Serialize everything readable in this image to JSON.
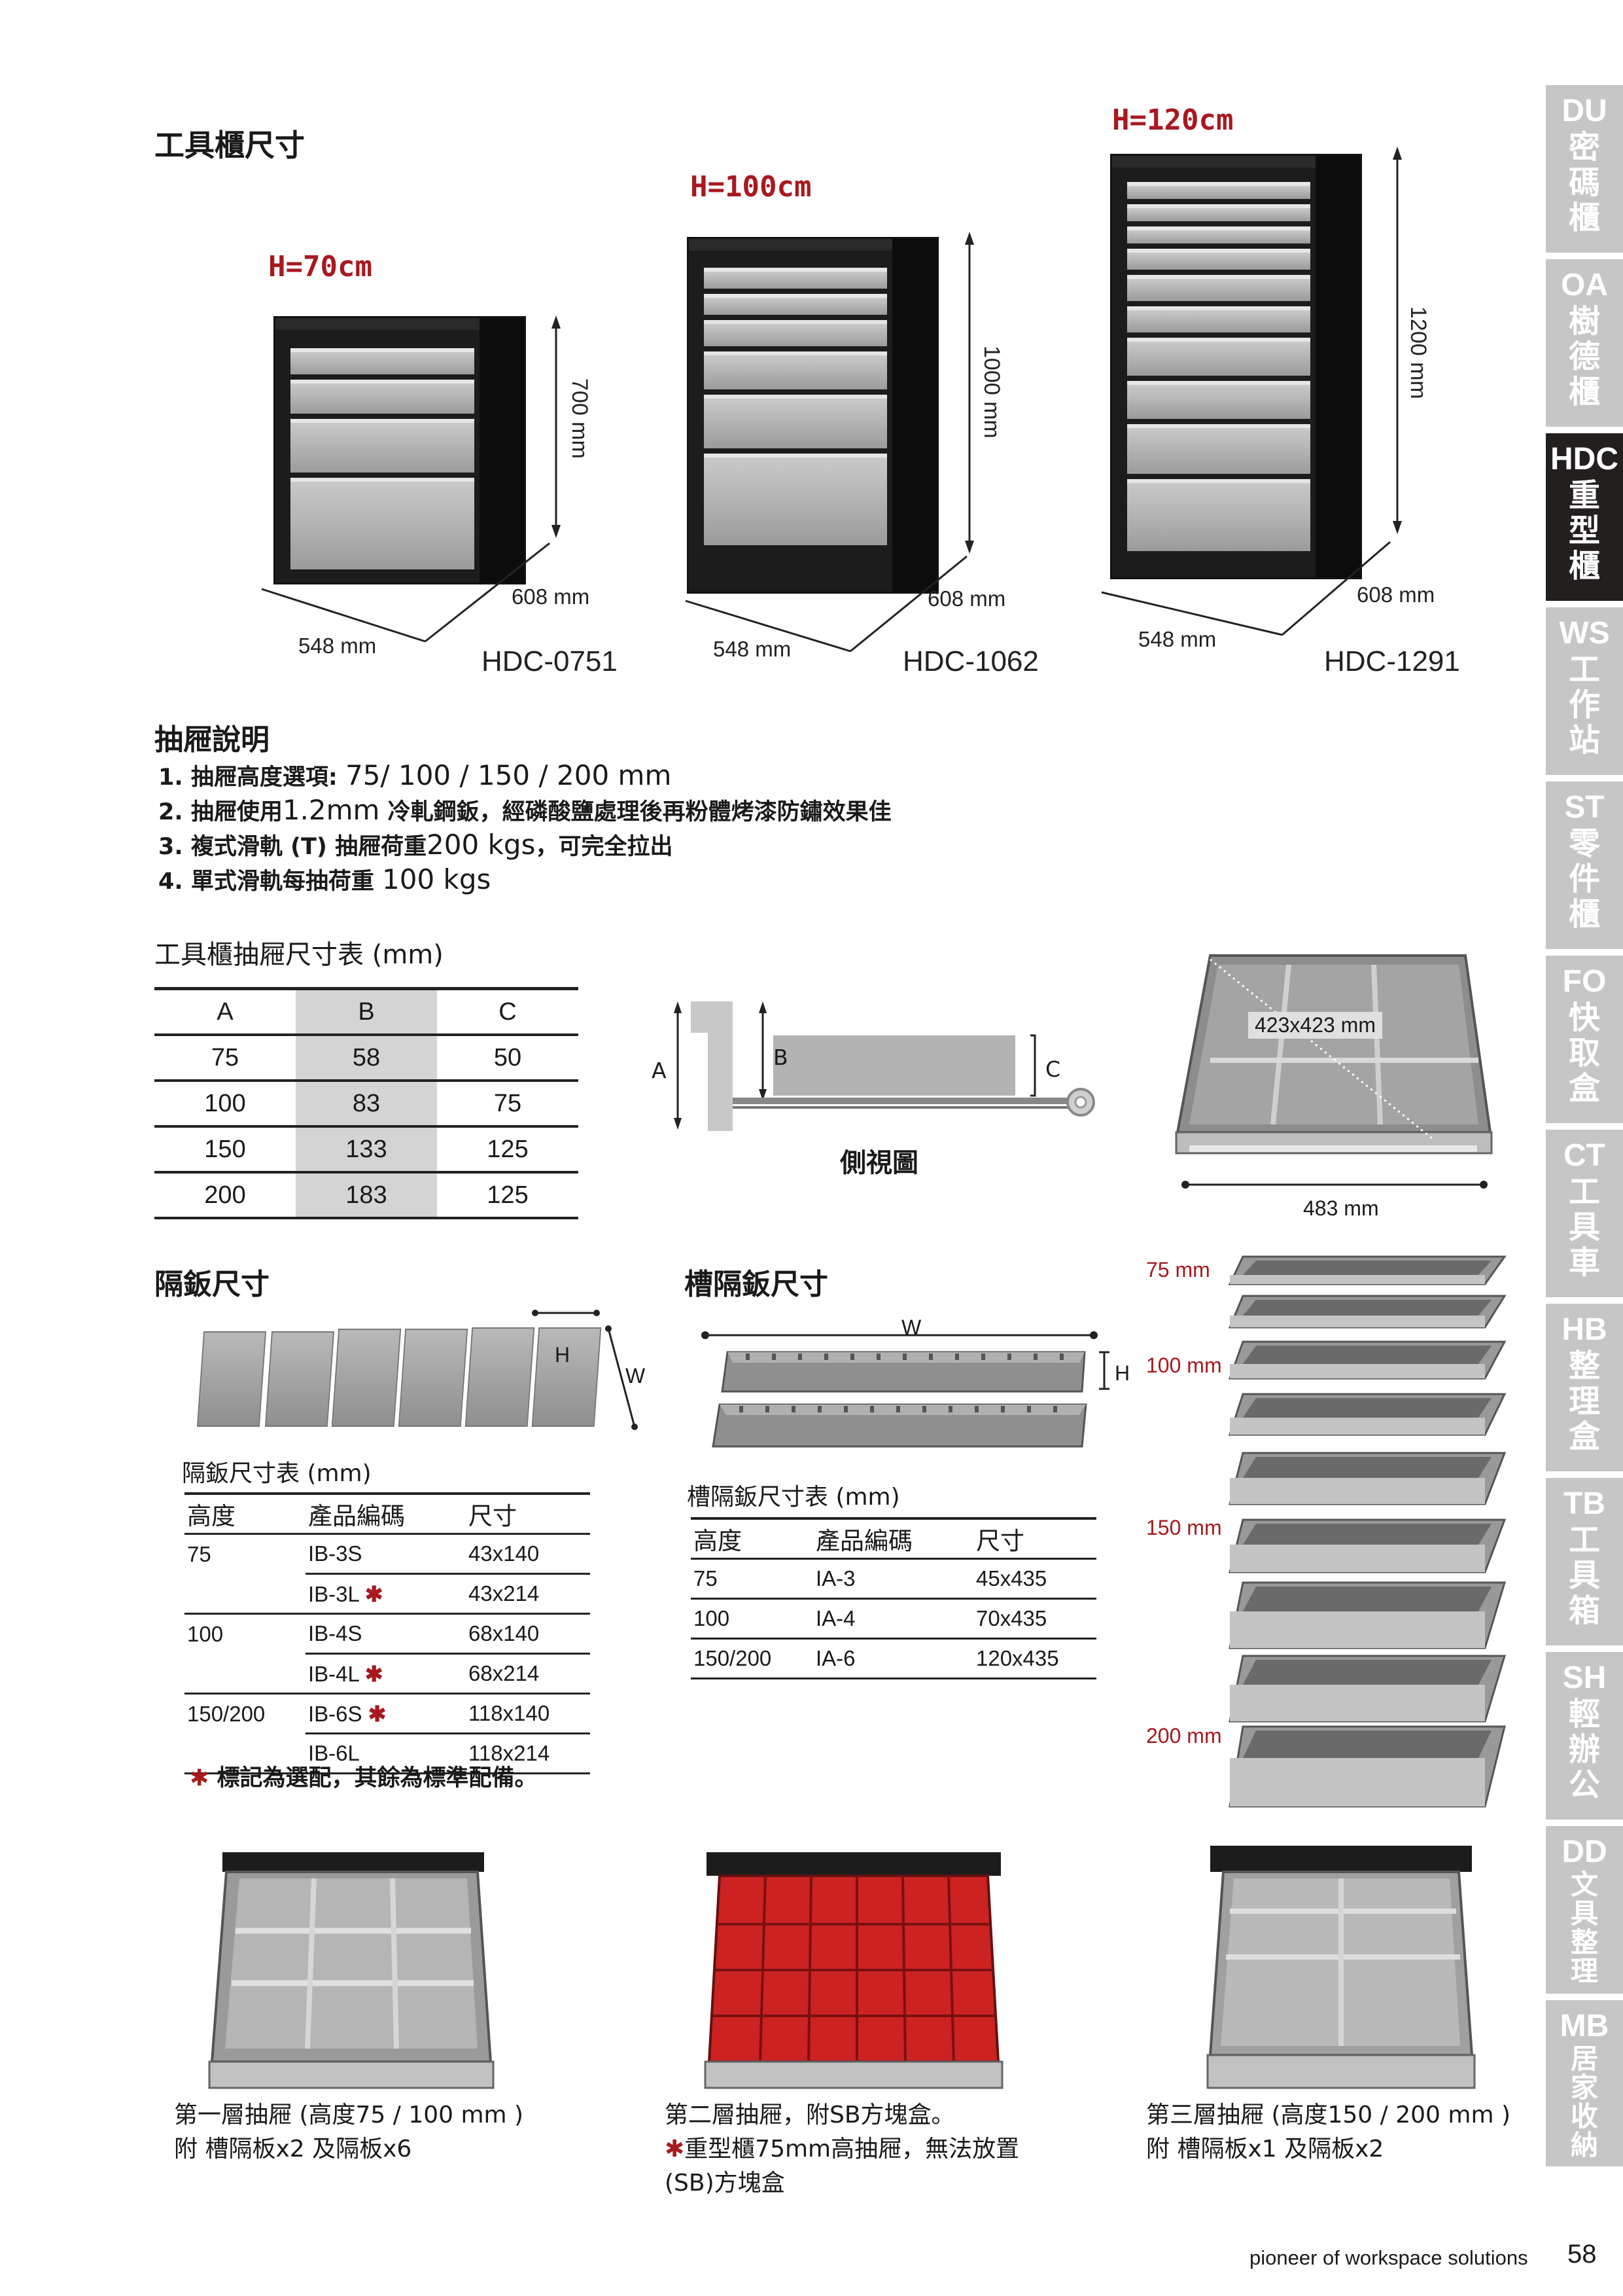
{
  "cabinet_section": {
    "title": "工具櫃尺寸",
    "cabinets": [
      {
        "height_title": "H=70cm",
        "height_dim": "700 mm",
        "depth": "608 mm",
        "width": "548 mm",
        "model": "HDC-0751"
      },
      {
        "height_title": "H=100cm",
        "height_dim": "1000 mm",
        "depth": "608 mm",
        "width": "548 mm",
        "model": "HDC-1062"
      },
      {
        "height_title": "H=120cm",
        "height_dim": "1200 mm",
        "depth": "608 mm",
        "width": "548 mm",
        "model": "HDC-1291"
      }
    ]
  },
  "drawer_notes": {
    "title": "抽屜說明",
    "items": [
      {
        "prefix": "1. 抽屜高度選項: ",
        "big": "75/ 100 / 150 / 200 mm",
        "suffix": ""
      },
      {
        "prefix": "2. 抽屜使用",
        "big": "1.2mm",
        "suffix": " 冷軋鋼鈑，經磷酸鹽處理後再粉體烤漆防鏽效果佳"
      },
      {
        "prefix": "3. 複式滑軌 (T) 抽屜荷重",
        "big": "200 kgs",
        "suffix": "，可完全拉出"
      },
      {
        "prefix": "4. 單式滑軌每抽荷重 ",
        "big": "100 kgs",
        "suffix": ""
      }
    ]
  },
  "drawer_table": {
    "title": "工具櫃抽屜尺寸表 (mm)",
    "headers": [
      "A",
      "B",
      "C"
    ],
    "rows": [
      [
        "75",
        "58",
        "50"
      ],
      [
        "100",
        "83",
        "75"
      ],
      [
        "150",
        "133",
        "125"
      ],
      [
        "200",
        "183",
        "125"
      ]
    ]
  },
  "side_view": {
    "label": "側視圖",
    "a": "A",
    "b": "B",
    "c": "C"
  },
  "top_drawer": {
    "inner": "423x423 mm",
    "outer": "483 mm"
  },
  "stack": {
    "labels": [
      "75 mm",
      "100 mm",
      "150 mm",
      "200 mm"
    ]
  },
  "divider_section": {
    "title": "隔鈑尺寸",
    "h": "H",
    "w": "W",
    "table_title": "隔鈑尺寸表 (mm)",
    "headers": [
      "高度",
      "產品編碼",
      "尺寸"
    ],
    "rows": [
      {
        "height": "75",
        "code": "IB-3S",
        "star": "",
        "size": "43x140"
      },
      {
        "height": "",
        "code": "IB-3L",
        "star": "✱",
        "size": "43x214"
      },
      {
        "height": "100",
        "code": "IB-4S",
        "star": "",
        "size": "68x140"
      },
      {
        "height": "",
        "code": "IB-4L",
        "star": "✱",
        "size": "68x214"
      },
      {
        "height": "150/200",
        "code": "IB-6S",
        "star": "✱",
        "size": "118x140"
      },
      {
        "height": "",
        "code": "IB-6L",
        "star": "",
        "size": "118x214"
      }
    ],
    "note_star": "✱",
    "note": " 標記為選配，其餘為標準配備。"
  },
  "slot_section": {
    "title": "槽隔鈑尺寸",
    "w": "W",
    "h": "H",
    "table_title": "槽隔鈑尺寸表 (mm)",
    "headers": [
      "高度",
      "產品編碼",
      "尺寸"
    ],
    "rows": [
      {
        "height": "75",
        "code": "IA-3",
        "size": "45x435"
      },
      {
        "height": "100",
        "code": "IA-4",
        "size": "70x435"
      },
      {
        "height": "150/200",
        "code": "IA-6",
        "size": "120x435"
      }
    ]
  },
  "captions": {
    "c1": [
      "第一層抽屜 (高度75 / 100 mm )",
      "附 槽隔板x2 及隔板x6"
    ],
    "c2_line1": "第二層抽屜，附SB方塊盒。",
    "c2_star": "✱",
    "c2_line2": "重型櫃75mm高抽屜，無法放置",
    "c2_line3": "(SB)方塊盒",
    "c3": [
      "第三層抽屜 (高度150 / 200 mm )",
      "附 槽隔板x1 及隔板x2"
    ]
  },
  "side_tabs": [
    {
      "code": "DU",
      "name": [
        "密",
        "碼",
        "櫃"
      ],
      "active": false
    },
    {
      "code": "OA",
      "name": [
        "樹",
        "德",
        "櫃"
      ],
      "active": false
    },
    {
      "code": "HDC",
      "name": [
        "重",
        "型",
        "櫃"
      ],
      "active": true
    },
    {
      "code": "WS",
      "name": [
        "工",
        "作",
        "站"
      ],
      "active": false
    },
    {
      "code": "ST",
      "name": [
        "零",
        "件",
        "櫃"
      ],
      "active": false
    },
    {
      "code": "FO",
      "name": [
        "快",
        "取",
        "盒"
      ],
      "active": false
    },
    {
      "code": "CT",
      "name": [
        "工",
        "具",
        "車"
      ],
      "active": false
    },
    {
      "code": "HB",
      "name": [
        "整",
        "理",
        "盒"
      ],
      "active": false
    },
    {
      "code": "TB",
      "name": [
        "工",
        "具",
        "箱"
      ],
      "active": false
    },
    {
      "code": "SH",
      "name": [
        "輕",
        "辦",
        "公"
      ],
      "active": false
    },
    {
      "code": "DD",
      "name": [
        "文",
        "具",
        "整",
        "理"
      ],
      "active": false
    },
    {
      "code": "MB",
      "name": [
        "居",
        "家",
        "收",
        "納"
      ],
      "active": false
    }
  ],
  "footer": {
    "tagline": "pioneer of workspace solutions",
    "page": "58"
  },
  "brand_colors": {
    "red": "#a8191f",
    "dark": "#231f1f",
    "tab_gray": "#c6c6c6"
  }
}
